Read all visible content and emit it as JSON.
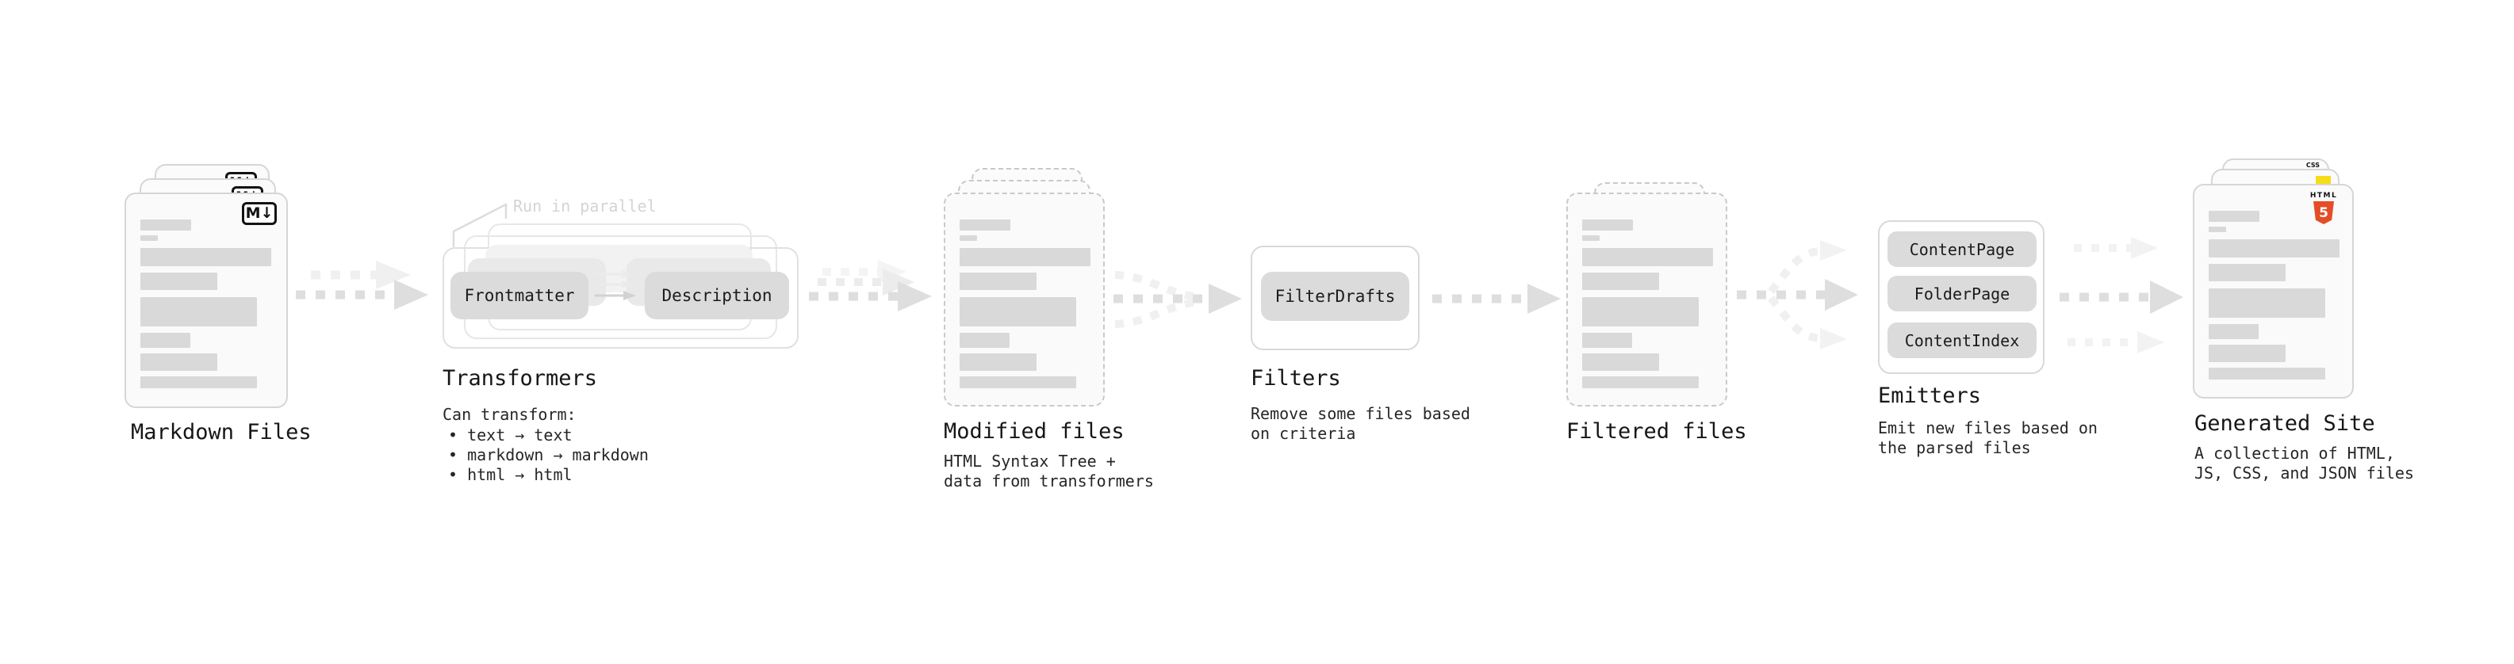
{
  "markdown_files": {
    "title": "Markdown Files",
    "badge": "M↓"
  },
  "transformers": {
    "title": "Transformers",
    "note": "Run in parallel",
    "buttons": [
      "Frontmatter",
      "Description"
    ],
    "desc_heading": "Can transform:",
    "bullets": [
      "• text → text",
      "• markdown → markdown",
      "• html → html"
    ]
  },
  "modified_files": {
    "title": "Modified files",
    "desc_lines": [
      "HTML Syntax Tree +",
      "data from transformers"
    ]
  },
  "filters": {
    "title": "Filters",
    "buttons": [
      "FilterDrafts"
    ],
    "desc_lines": [
      "Remove some files based",
      "on criteria"
    ]
  },
  "filtered_files": {
    "title": "Filtered files"
  },
  "emitters": {
    "title": "Emitters",
    "buttons": [
      "ContentPage",
      "FolderPage",
      "ContentIndex"
    ],
    "desc_lines": [
      "Emit new files based on",
      "the parsed files"
    ]
  },
  "generated_site": {
    "title": "Generated Site",
    "desc_lines": [
      "A collection of HTML,",
      "JS, CSS, and JSON files"
    ],
    "badges": {
      "html_label": "HTML",
      "html_number": "5",
      "css": "CSS"
    }
  },
  "colors": {
    "html5_orange": "#e44d26",
    "js_yellow": "#f5de19",
    "css_blue": "#2760e6",
    "arrow_dark": "#dedede",
    "arrow_light": "#f0f0f0"
  }
}
